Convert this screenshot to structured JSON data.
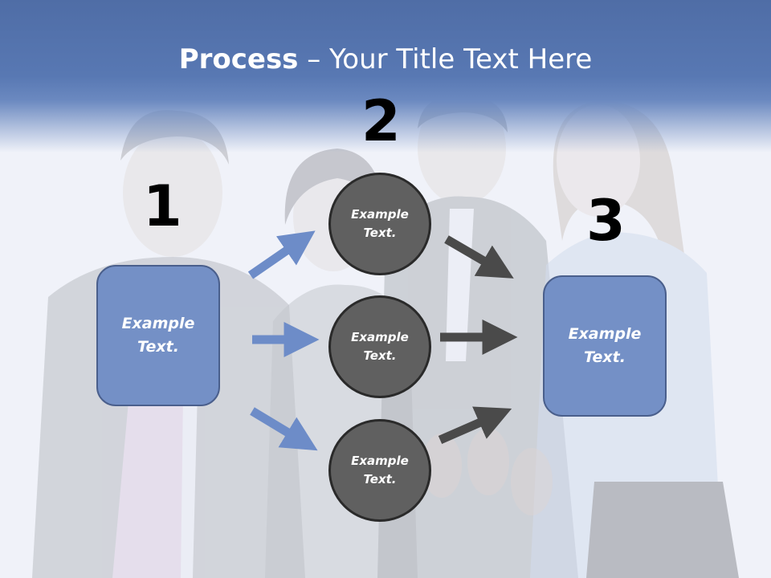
{
  "slide": {
    "title_bold": "Process",
    "title_rest": " – Your Title Text Here",
    "steps": [
      "1",
      "2",
      "3"
    ],
    "left_box_text": "Example Text.",
    "right_box_text": "Example Text.",
    "circles": [
      "Example Text.",
      "Example Text.",
      "Example Text."
    ]
  },
  "colors": {
    "header": "#5878b3",
    "box_fill": "#7490c6",
    "circle_fill": "#606060",
    "arrow_blue": "#6d8cc8",
    "arrow_dark": "#4a4a4a"
  }
}
